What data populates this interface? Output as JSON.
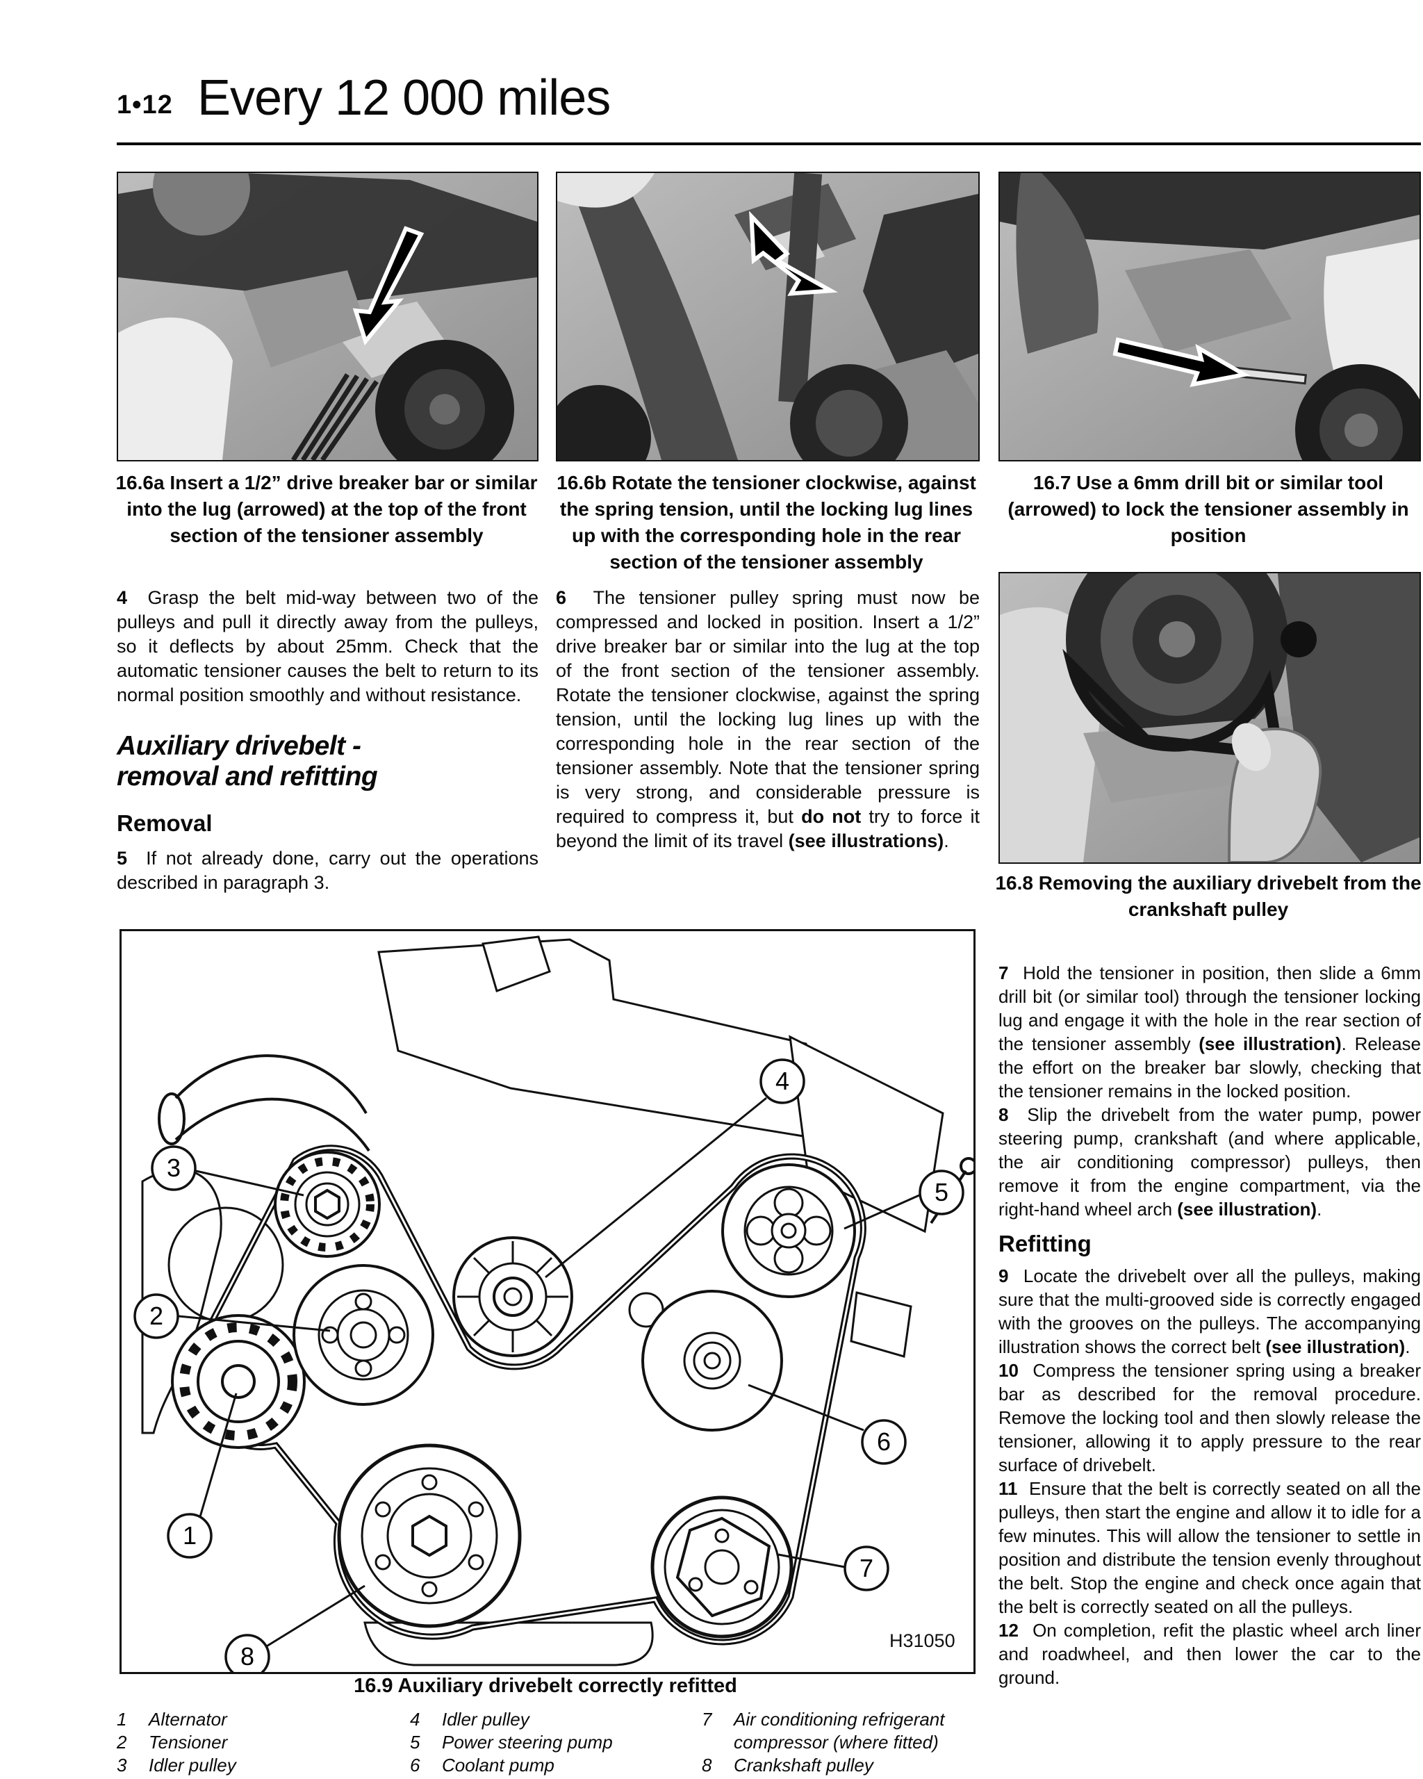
{
  "header": {
    "page_number": "1•12",
    "title": "Every 12 000 miles"
  },
  "photos": [
    {
      "caption": "16.6a  Insert a 1/2” drive breaker bar or similar into the lug (arrowed) at the top of the front section of the tensioner assembly",
      "arrow_icon": "down-left-arrow"
    },
    {
      "caption": "16.6b  Rotate the tensioner clockwise, against the spring tension, until the locking lug lines up with the corresponding hole in the rear section of the tensioner assembly",
      "arrow_icon": "up-left-arrow"
    },
    {
      "caption": "16.7  Use a 6mm drill bit or similar tool (arrowed) to lock the tensioner assembly in position",
      "arrow_icon": "right-arrow"
    },
    {
      "caption": "16.8  Removing the auxiliary drivebelt from the crankshaft pulley",
      "arrow_icon": "none"
    }
  ],
  "columns": {
    "left": {
      "para4": [
        {
          "t": "4 ",
          "b": true
        },
        {
          "t": " Grasp the belt mid-way between two of the pulleys and pull it directly away from the pulleys, so it deflects by about 25mm. Check that the automatic tensioner causes the belt to return to its normal position smoothly and without resistance.",
          "b": false
        }
      ],
      "heading": "Auxiliary drivebelt -\nremoval and refitting",
      "sub_heading": "Removal",
      "para5": [
        {
          "t": "5 ",
          "b": true
        },
        {
          "t": " If not already done, carry out the operations described in paragraph 3.",
          "b": false
        }
      ]
    },
    "middle": {
      "para6": [
        {
          "t": "6 ",
          "b": true
        },
        {
          "t": " The tensioner pulley spring must now be compressed and locked in position. Insert a 1/2” drive breaker bar or similar into the lug at the top of the front section of the tensioner assembly. Rotate the tensioner clockwise, against the spring tension, until the locking lug lines up with the corresponding hole in the rear section of the tensioner assembly. Note that the tensioner spring is very strong, and considerable pressure is required to compress it, but ",
          "b": false
        },
        {
          "t": "do not",
          "b": true
        },
        {
          "t": " try to force it beyond the limit of its travel ",
          "b": false
        },
        {
          "t": "(see illustrations)",
          "b": true
        },
        {
          "t": ".",
          "b": false
        }
      ]
    },
    "right": {
      "para7": [
        {
          "t": "7 ",
          "b": true
        },
        {
          "t": " Hold the tensioner in position, then slide a 6mm drill bit (or similar tool) through the tensioner locking lug and engage it with the hole in the rear section of the tensioner assembly ",
          "b": false
        },
        {
          "t": "(see illustration)",
          "b": true
        },
        {
          "t": ". Release the effort on the breaker bar slowly, checking that the tensioner remains in the locked position.",
          "b": false
        }
      ],
      "para8": [
        {
          "t": "8 ",
          "b": true
        },
        {
          "t": " Slip the drivebelt from the water pump, power steering pump, crankshaft (and where applicable, the air conditioning compressor) pulleys, then remove it from the engine compartment, via the right-hand wheel arch ",
          "b": false
        },
        {
          "t": "(see illustration)",
          "b": true
        },
        {
          "t": ".",
          "b": false
        }
      ],
      "sub_heading": "Refitting",
      "para9": [
        {
          "t": "9 ",
          "b": true
        },
        {
          "t": " Locate the drivebelt over all the pulleys, making sure that the multi-grooved side is correctly engaged with the grooves on the pulleys. The accompanying illustration shows the correct belt ",
          "b": false
        },
        {
          "t": "(see illustration)",
          "b": true
        },
        {
          "t": ".",
          "b": false
        }
      ],
      "para10": [
        {
          "t": "10 ",
          "b": true
        },
        {
          "t": " Compress the tensioner spring using a breaker bar as described for the removal procedure. Remove the locking tool and then slowly release the tensioner, allowing it to apply pressure to the rear surface of drivebelt.",
          "b": false
        }
      ],
      "para11": [
        {
          "t": "11 ",
          "b": true
        },
        {
          "t": " Ensure that the belt is correctly seated on all the pulleys, then start the engine and allow it to idle for a few minutes. This will allow the tensioner to settle in position and distribute the tension evenly throughout the belt. Stop the engine and check once again that the belt is correctly seated on all the pulleys.",
          "b": false
        }
      ],
      "para12": [
        {
          "t": "12 ",
          "b": true
        },
        {
          "t": " On completion, refit the plastic wheel arch liner and roadwheel, and then lower the car to the ground.",
          "b": false
        }
      ]
    }
  },
  "diagram": {
    "caption": "16.9  Auxiliary drivebelt correctly refitted",
    "code": "H31050",
    "callouts": [
      "1",
      "2",
      "3",
      "4",
      "5",
      "6",
      "7",
      "8"
    ],
    "legend": [
      {
        "num": "1",
        "label": "Alternator"
      },
      {
        "num": "2",
        "label": "Tensioner"
      },
      {
        "num": "3",
        "label": "Idler pulley"
      },
      {
        "num": "4",
        "label": "Idler pulley"
      },
      {
        "num": "5",
        "label": "Power steering pump"
      },
      {
        "num": "6",
        "label": "Coolant pump"
      },
      {
        "num": "7",
        "label": "Air conditioning refrigerant compressor (where fitted)"
      },
      {
        "num": "8",
        "label": "Crankshaft pulley"
      }
    ]
  }
}
